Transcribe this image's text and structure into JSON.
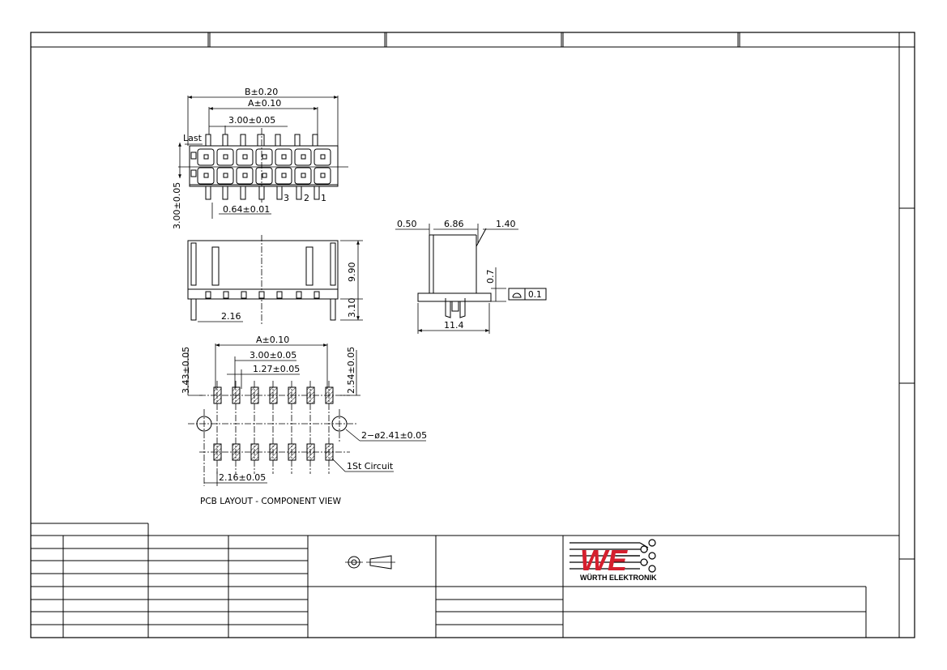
{
  "drawing": {
    "top_view": {
      "dim_b": "B±0.20",
      "dim_a": "A±0.10",
      "dim_pitch": "3.00±0.05",
      "label_last": "Last",
      "dim_row_pitch": "3.00±0.05",
      "dim_pin_width": "0.64±0.01",
      "pin_number_3": "3",
      "pin_number_2": "2",
      "pin_number_1": "1"
    },
    "front_view": {
      "dim_height": "9.90",
      "dim_tail": "3.10",
      "dim_offset": "2.16"
    },
    "side_view": {
      "dim_left": "0.50",
      "dim_body": "6.86",
      "dim_right": "1.40",
      "dim_step": "0.7",
      "dim_depth": "11.4",
      "flatness_value": "0.1"
    },
    "pcb_layout": {
      "dim_a": "A±0.10",
      "dim_pitch": "3.00±0.05",
      "dim_pad": "1.27±0.05",
      "dim_left_offset": "3.43±0.05",
      "dim_right_offset": "2.54±0.05",
      "dim_hole": "2−ø2.41±0.05",
      "label_first_circuit": "1St Circuit",
      "dim_bottom": "2.16±0.05",
      "caption": "PCB LAYOUT - COMPONENT VIEW"
    }
  },
  "title_block": {
    "company": "WÜRTH ELEKTRONIK",
    "logo_letters": "WE",
    "brand_color": "#d51f2e",
    "projection_icon": "third-angle-projection-icon"
  }
}
